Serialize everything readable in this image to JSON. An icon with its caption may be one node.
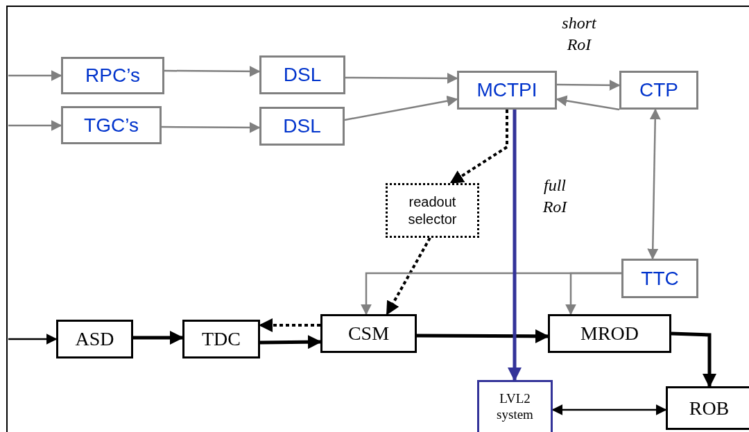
{
  "diagram": {
    "nodes": [
      {
        "text": [
          "RPC’s"
        ]
      },
      {
        "text": [
          "TGC’s"
        ]
      },
      {
        "text": [
          "DSL"
        ]
      },
      {
        "text": [
          "DSL"
        ]
      },
      {
        "text": [
          "MCTPI"
        ]
      },
      {
        "text": [
          "CTP"
        ]
      },
      {
        "text": [
          "readout selector"
        ]
      },
      {
        "text": [
          "TTC"
        ]
      },
      {
        "text": [
          "ASD"
        ]
      },
      {
        "text": [
          "TDC"
        ]
      },
      {
        "text": [
          "CSM"
        ]
      },
      {
        "text": [
          "MROD"
        ]
      },
      {
        "text": [
          "LVL2 system"
        ]
      },
      {
        "text": [
          "ROB"
        ]
      }
    ],
    "edges": [
      {
        "from": null,
        "to": 0,
        "arrow": "to"
      },
      {
        "from": null,
        "to": 1,
        "arrow": "to"
      },
      {
        "from": 0,
        "to": 2,
        "arrow": "to"
      },
      {
        "from": 1,
        "to": 3,
        "arrow": "to"
      },
      {
        "from": 2,
        "to": 4,
        "arrow": "to"
      },
      {
        "from": 3,
        "to": 4,
        "arrow": "to"
      },
      {
        "from": 4,
        "to": 5,
        "arrow": "to"
      },
      {
        "from": 5,
        "to": 4,
        "arrow": "to"
      },
      {
        "from": 5,
        "to": 7,
        "arrow": "both"
      },
      {
        "from": 4,
        "to": 6,
        "arrow": "to",
        "style": "dashed",
        "color": "#000000"
      },
      {
        "from": 6,
        "to": 10,
        "arrow": "to",
        "style": "dashed",
        "color": "#000000"
      },
      {
        "from": 7,
        "to": 10,
        "arrow": "to"
      },
      {
        "from": 7,
        "to": 11,
        "arrow": "to"
      },
      {
        "from": null,
        "to": 8,
        "arrow": "to",
        "color": "#000000"
      },
      {
        "from": 8,
        "to": 9,
        "arrow": "to",
        "style": "thick",
        "color": "#000000"
      },
      {
        "from": 9,
        "to": 10,
        "arrow": "to",
        "style": "thick",
        "color": "#000000"
      },
      {
        "from": 10,
        "to": 9,
        "arrow": "to",
        "style": "dashed",
        "color": "#000000"
      },
      {
        "from": 10,
        "to": 11,
        "arrow": "to",
        "style": "thick",
        "color": "#000000"
      },
      {
        "from": 11,
        "to": 13,
        "arrow": "to",
        "style": "thick",
        "color": "#000000"
      },
      {
        "from": 4,
        "to": 12,
        "arrow": "to",
        "style": "thick",
        "color": "#333399"
      },
      {
        "from": 12,
        "to": 13,
        "arrow": "both",
        "color": "#000000"
      }
    ],
    "labels": [
      "short RoI",
      "full RoI"
    ]
  }
}
